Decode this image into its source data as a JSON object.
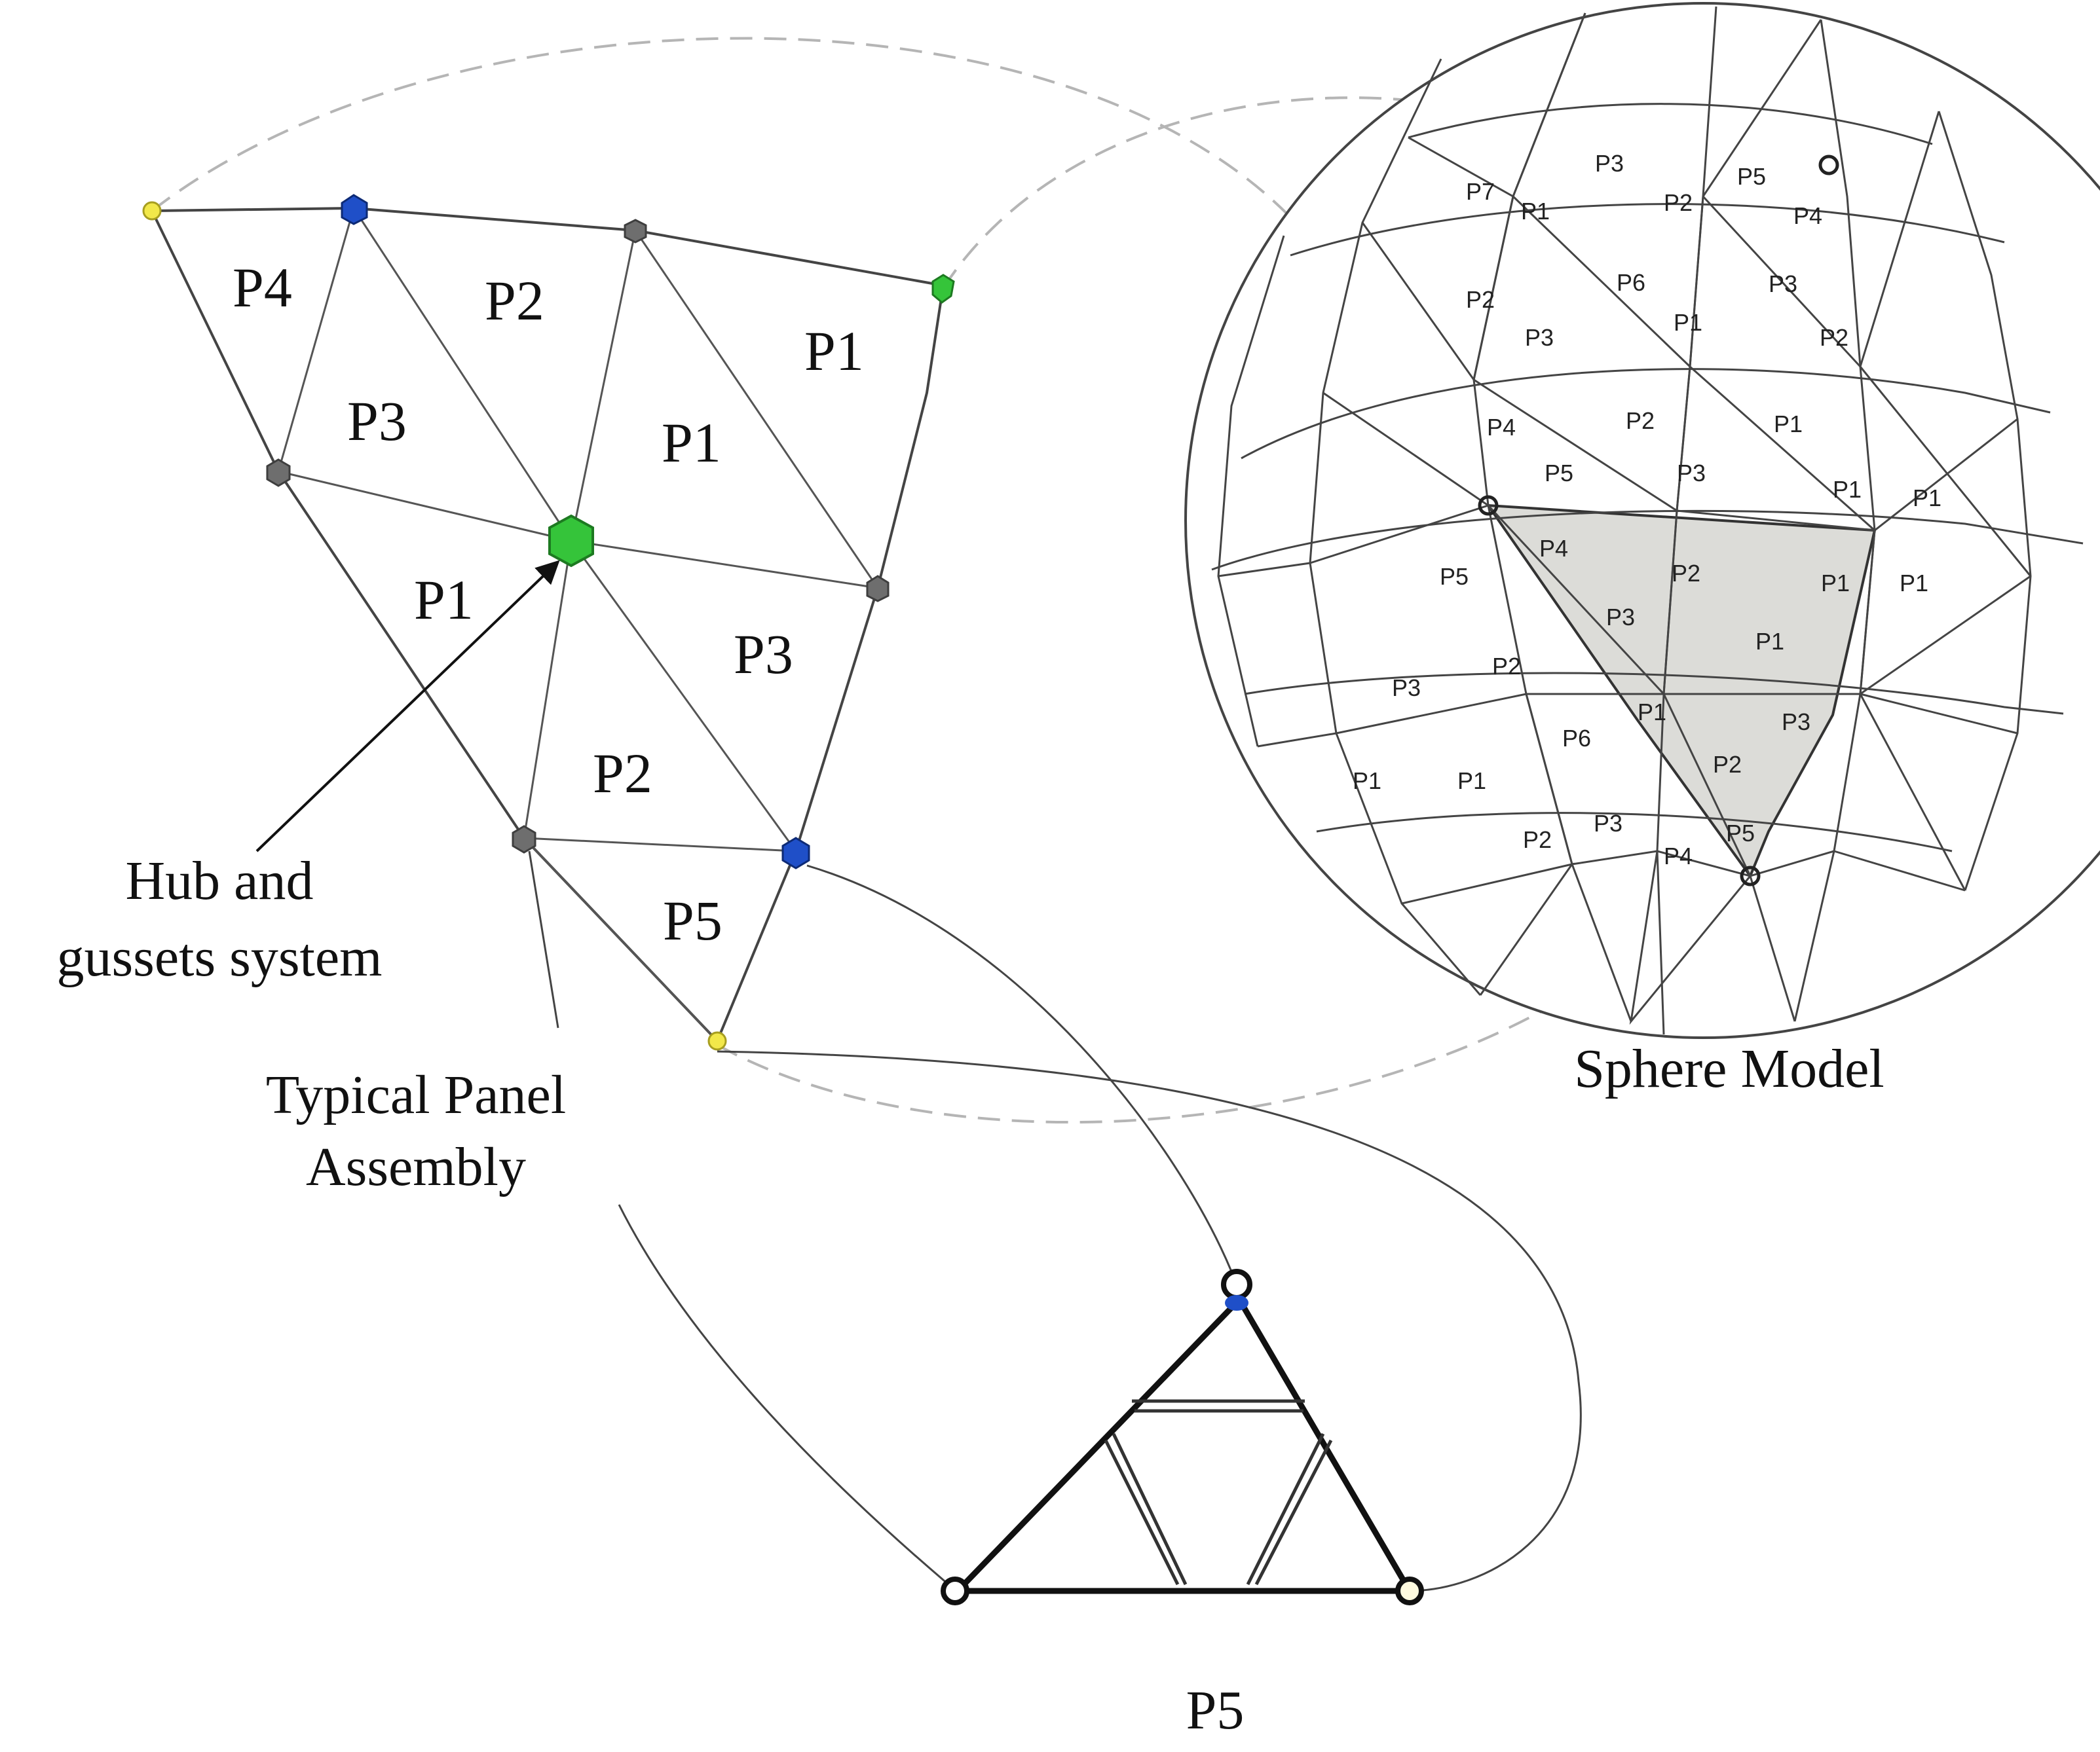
{
  "panel_assembly": {
    "panel_labels": [
      "P4",
      "P2",
      "P1",
      "P3",
      "P1",
      "P1",
      "P3",
      "P2",
      "P5"
    ],
    "callout_hub": [
      "Hub and",
      "gussets system"
    ],
    "callout_panel": [
      "Typical Panel",
      "Assembly"
    ]
  },
  "sphere": {
    "caption": "Sphere Model",
    "panel_labels": [
      "P7",
      "P1",
      "P3",
      "P2",
      "P5",
      "P4",
      "P2",
      "P6",
      "P3",
      "P3",
      "P1",
      "P2",
      "P4",
      "P2",
      "P1",
      "P5",
      "P3",
      "P1",
      "P1",
      "P4",
      "P2",
      "P1",
      "P1",
      "P5",
      "P3",
      "P1",
      "P3",
      "P2",
      "P1",
      "P3",
      "P6",
      "P2",
      "P1",
      "P1",
      "P3",
      "P2",
      "P4",
      "P5"
    ]
  },
  "detail": {
    "caption": "P5"
  },
  "colors": {
    "hub_yellow": "#f2e84a",
    "hub_blue": "#1f4fc8",
    "hub_green": "#35c43a",
    "hub_gray": "#6e6e6e",
    "highlight": "#dcdcd8"
  },
  "icons": [
    "arrow-icon"
  ]
}
